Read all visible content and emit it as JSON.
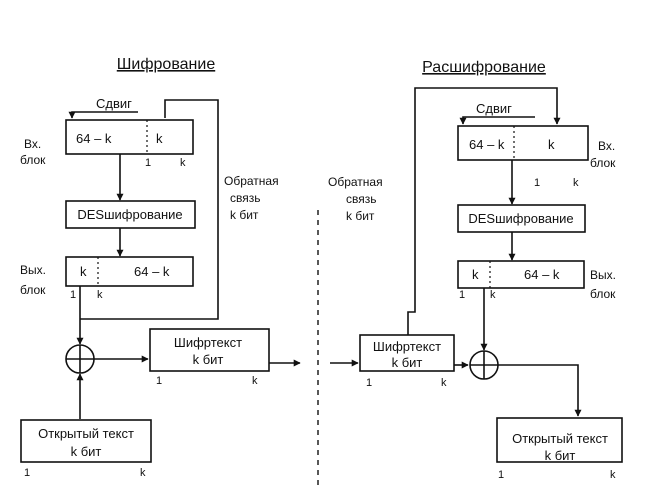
{
  "encryption": {
    "title": "Шифрование",
    "shift_label": "Сдвиг",
    "input_label_line1": "Вх.",
    "input_label_line2": "блок",
    "input_box": {
      "left": "64 – k",
      "right": "k"
    },
    "input_index": {
      "a": "1",
      "b": "k"
    },
    "des_box": "DESшифрование",
    "output_label_line1": "Вых.",
    "output_label_line2": "блок",
    "output_box": {
      "left": "k",
      "right": "64 – k"
    },
    "output_index": {
      "a": "1",
      "b": "k"
    },
    "feedback_line1": "Обратная",
    "feedback_line2": "связь",
    "feedback_line3": "k бит",
    "cipher_box_line1": "Шифртекст",
    "cipher_box_line2": "k бит",
    "cipher_index": {
      "a": "1",
      "b": "k"
    },
    "plaintext_box_line1": "Открытый текст",
    "plaintext_box_line2": "k бит",
    "plaintext_index": {
      "a": "1",
      "b": "k"
    }
  },
  "decryption": {
    "title": "Расшифрование",
    "shift_label": "Сдвиг",
    "input_label_line1": "Вх.",
    "input_label_line2": "блок",
    "input_box": {
      "left": "64 – k",
      "right": "k"
    },
    "input_index": {
      "a": "1",
      "b": "k"
    },
    "des_box": "DESшифрование",
    "output_label_line1": "Вых.",
    "output_label_line2": "блок",
    "output_box": {
      "left": "k",
      "right": "64 – k"
    },
    "output_index": {
      "a": "1",
      "b": "k"
    },
    "feedback_line1": "Обратная",
    "feedback_line2": "связь",
    "feedback_line3": "k бит",
    "cipher_box_line1": "Шифртекст",
    "cipher_box_line2": "k бит",
    "cipher_index": {
      "a": "1",
      "b": "k"
    },
    "plaintext_box_line1": "Открытый текст",
    "plaintext_box_line2": "k бит",
    "plaintext_index": {
      "a": "1",
      "b": "k"
    }
  }
}
